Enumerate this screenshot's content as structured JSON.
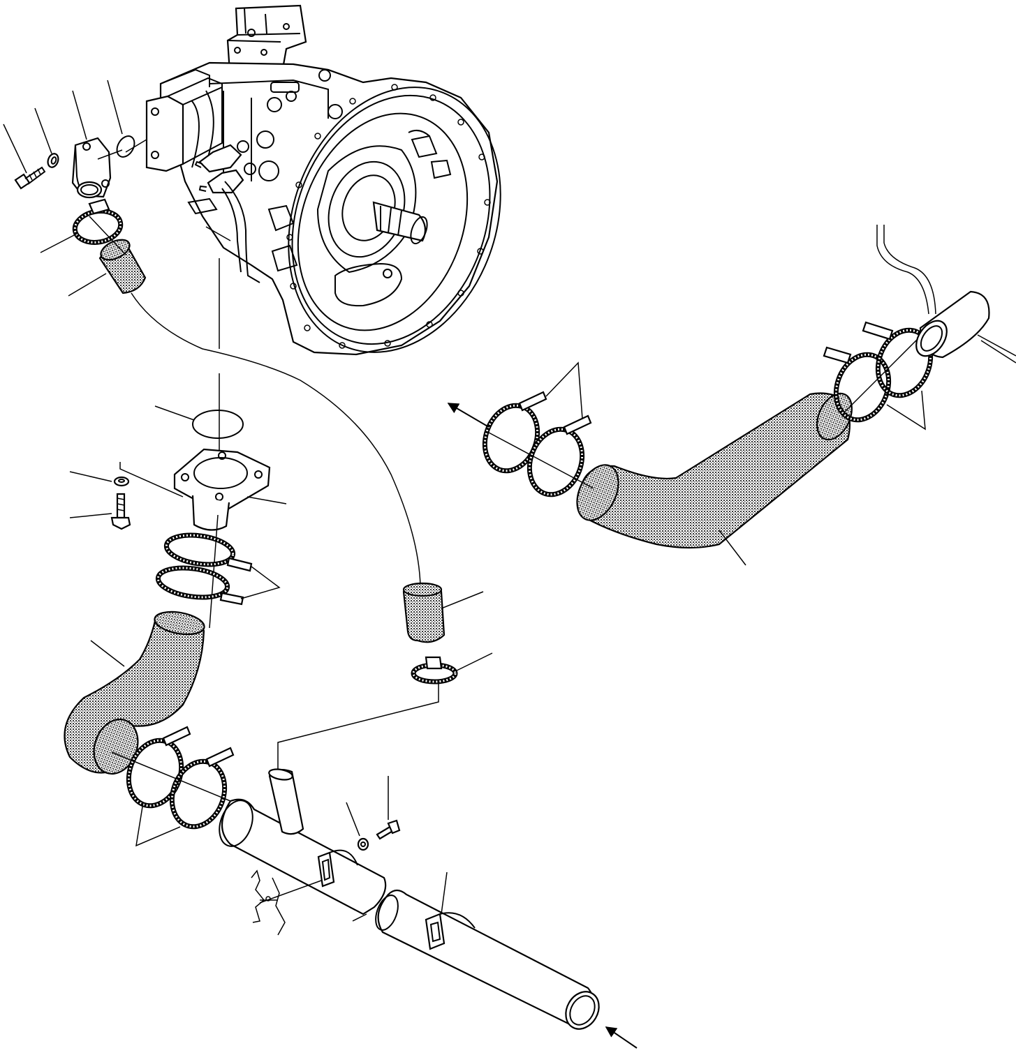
{
  "diagram": {
    "parts": [
      {
        "name": "hydraulic-pump"
      },
      {
        "name": "suction-elbow-flange"
      },
      {
        "name": "suction-flange"
      },
      {
        "name": "drain-hose-upper"
      },
      {
        "name": "drain-hose-lower"
      },
      {
        "name": "suction-hose-bent"
      },
      {
        "name": "suction-hose-long"
      },
      {
        "name": "suction-tube"
      },
      {
        "name": "tube-extension"
      },
      {
        "name": "hose-clamps"
      },
      {
        "name": "bolts-and-washers"
      }
    ],
    "colors": {
      "line": "#000000",
      "background": "#ffffff"
    }
  }
}
